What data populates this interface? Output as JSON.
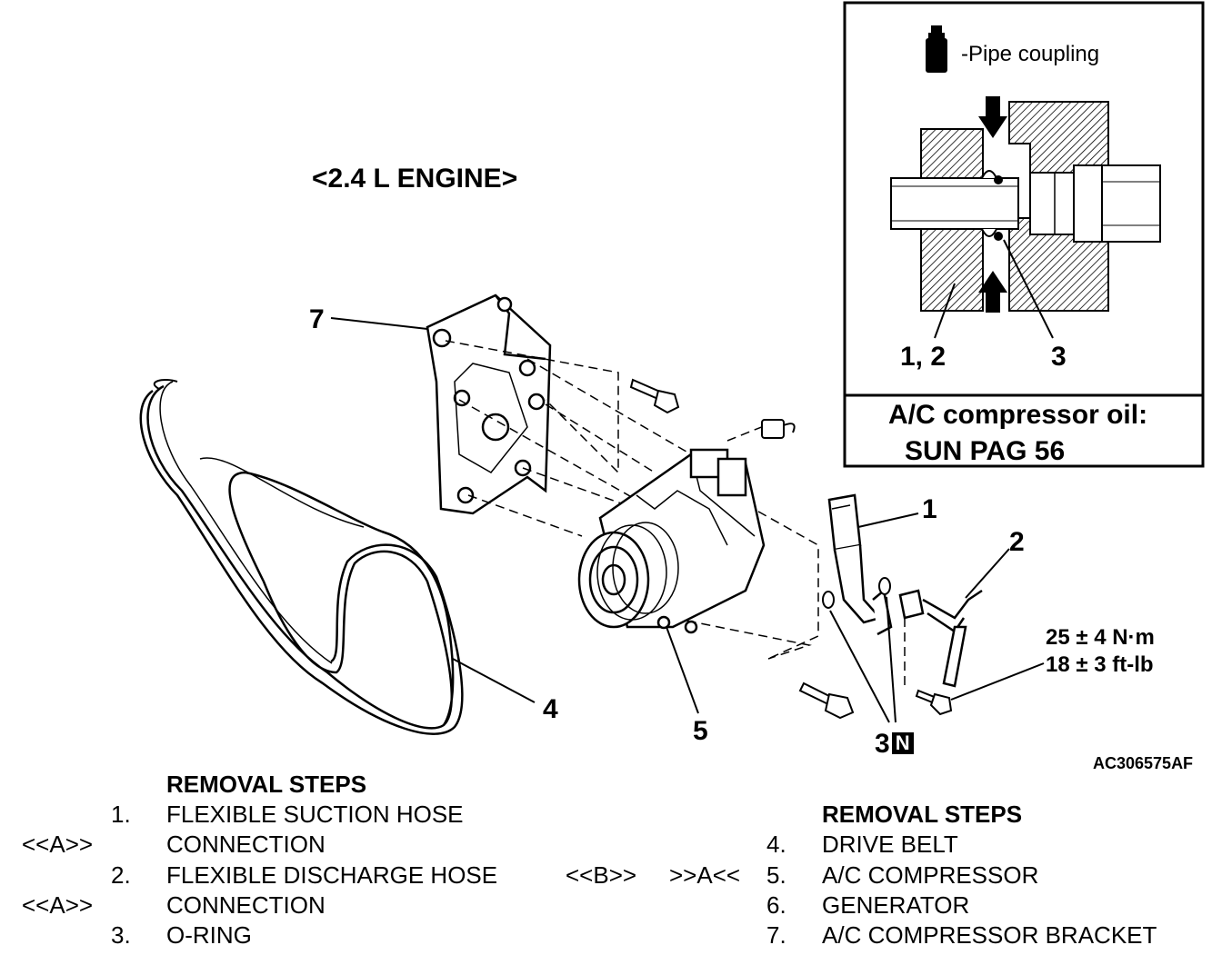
{
  "header": {
    "engine_label": "<2.4 L ENGINE>"
  },
  "inset": {
    "legend_text": "-Pipe coupling",
    "label_12": "1, 2",
    "label_3": "3",
    "oil_line1": "A/C compressor oil:",
    "oil_line2": "SUN PAG 56"
  },
  "callouts": {
    "c1": "1",
    "c2": "2",
    "c3": "3",
    "c3_badge": "N",
    "c4": "4",
    "c5": "5",
    "c7": "7"
  },
  "torque": {
    "line1": "25 ± 4 N·m",
    "line2": "18 ± 3 ft-lb"
  },
  "figure_code": "AC306575AF",
  "left_steps": {
    "heading": "REMOVAL STEPS",
    "rows": [
      {
        "marker": "",
        "num": "1.",
        "text": "FLEXIBLE SUCTION HOSE"
      },
      {
        "marker": "<<A>>",
        "num": "",
        "text": "CONNECTION"
      },
      {
        "marker": "",
        "num": "2.",
        "text": "FLEXIBLE DISCHARGE HOSE"
      },
      {
        "marker": "<<A>>",
        "num": "",
        "text": "CONNECTION"
      },
      {
        "marker": "",
        "num": "3.",
        "text": "O-RING"
      }
    ]
  },
  "right_steps": {
    "heading": "REMOVAL STEPS",
    "marker_b": "<<B>>",
    "marker_a": ">>A<<",
    "rows": [
      {
        "num": "4.",
        "text": "DRIVE BELT"
      },
      {
        "num": "5.",
        "text": "A/C COMPRESSOR"
      },
      {
        "num": "6.",
        "text": "GENERATOR"
      },
      {
        "num": "7.",
        "text": "A/C COMPRESSOR BRACKET"
      }
    ]
  }
}
